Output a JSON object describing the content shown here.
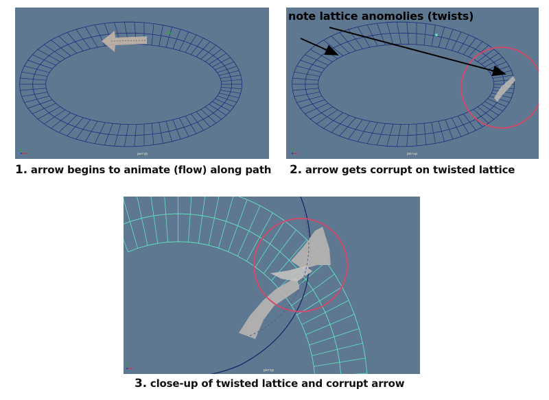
{
  "panels": [
    {
      "caption_num": "1.",
      "caption_text": "arrow begins to animate (flow) along path",
      "camera_label": "persp"
    },
    {
      "caption_num": "2.",
      "caption_text": "arrow gets corrupt on twisted lattice",
      "camera_label": "persp"
    },
    {
      "caption_num": "3.",
      "caption_text": "close-up of twisted lattice and corrupt arrow",
      "camera_label": "persp"
    }
  ],
  "annotation": {
    "note": "note lattice anomolies (twists)"
  },
  "colors": {
    "viewport_bg": "#5e7891",
    "lattice_dark": "#1d2b7a",
    "lattice_cyan": "#63e5c6",
    "arrow_fill": "#b7b4b1",
    "highlight_circle": "#d04a6a"
  },
  "icons": [
    "axis-gizmo-icon",
    "locator-icon",
    "annotation-arrow-icon"
  ]
}
